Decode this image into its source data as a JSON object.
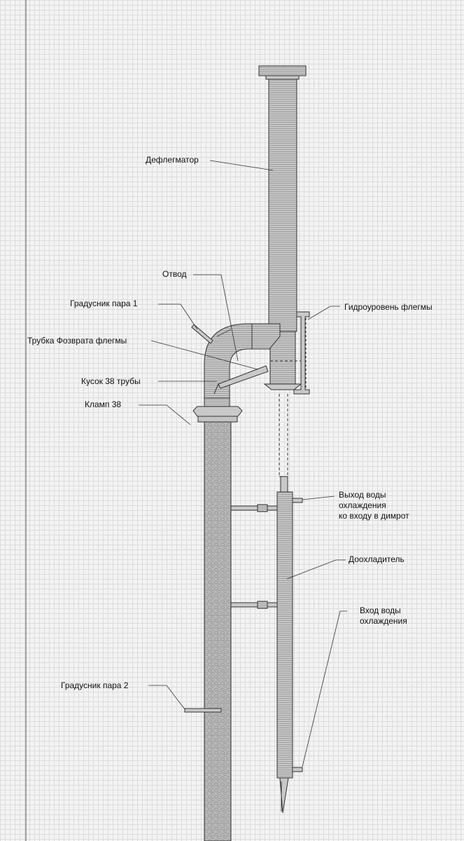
{
  "labels": {
    "deflegmator": "Дефлегматор",
    "otvod": "Отвод",
    "gradusnik_para_1": "Градусник пара 1",
    "gidrouroven": "Гидроуровень флегмы",
    "trubka_vozvrata": "Трубка Фозврата флегмы",
    "kusok_38": "Кусок 38 трубы",
    "klamp_38": "Кламп 38",
    "vyhod_vody": "Выход воды\nохлаждения\nко входу в димрот",
    "doohladitel": "Доохладитель",
    "vhod_vody": "Вход воды\nохлаждения",
    "gradusnik_para_2": "Градусник пара 2"
  },
  "colors": {
    "stroke": "#333333",
    "pipe_fill": "#bdbdbd",
    "column_fill": "#b5b5b5",
    "background": "#f3f3f3"
  }
}
